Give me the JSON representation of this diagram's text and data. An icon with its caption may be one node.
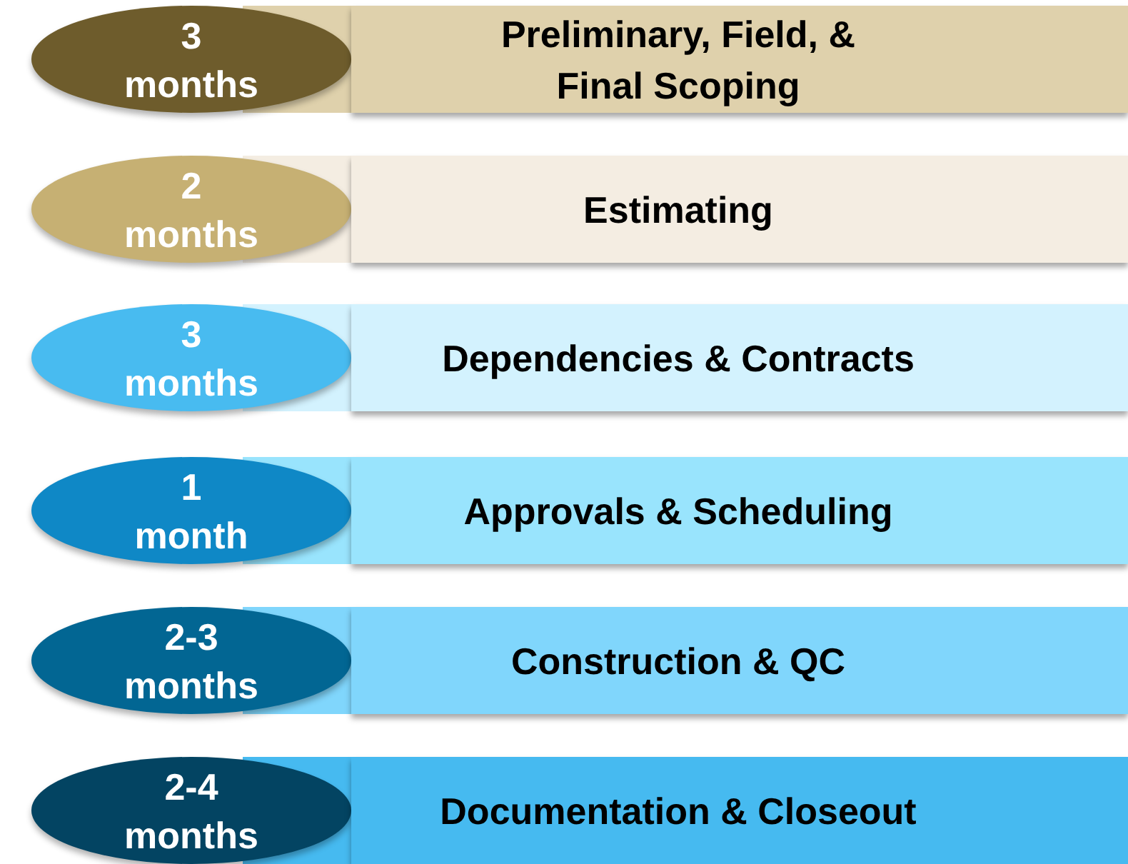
{
  "diagram": {
    "nodes": [
      {
        "text": [
          "3 months"
        ]
      },
      {
        "text": [
          "Preliminary, Field, & Final Scoping"
        ]
      },
      {
        "text": [
          "2 months"
        ]
      },
      {
        "text": [
          "Estimating"
        ]
      },
      {
        "text": [
          "3 months"
        ]
      },
      {
        "text": [
          "Dependencies & Contracts"
        ]
      },
      {
        "text": [
          "1 month"
        ]
      },
      {
        "text": [
          "Approvals & Scheduling"
        ]
      },
      {
        "text": [
          "2-3 months"
        ]
      },
      {
        "text": [
          "Construction & QC"
        ]
      },
      {
        "text": [
          "2-4 months"
        ]
      },
      {
        "text": [
          "Documentation & Closeout"
        ]
      }
    ]
  }
}
